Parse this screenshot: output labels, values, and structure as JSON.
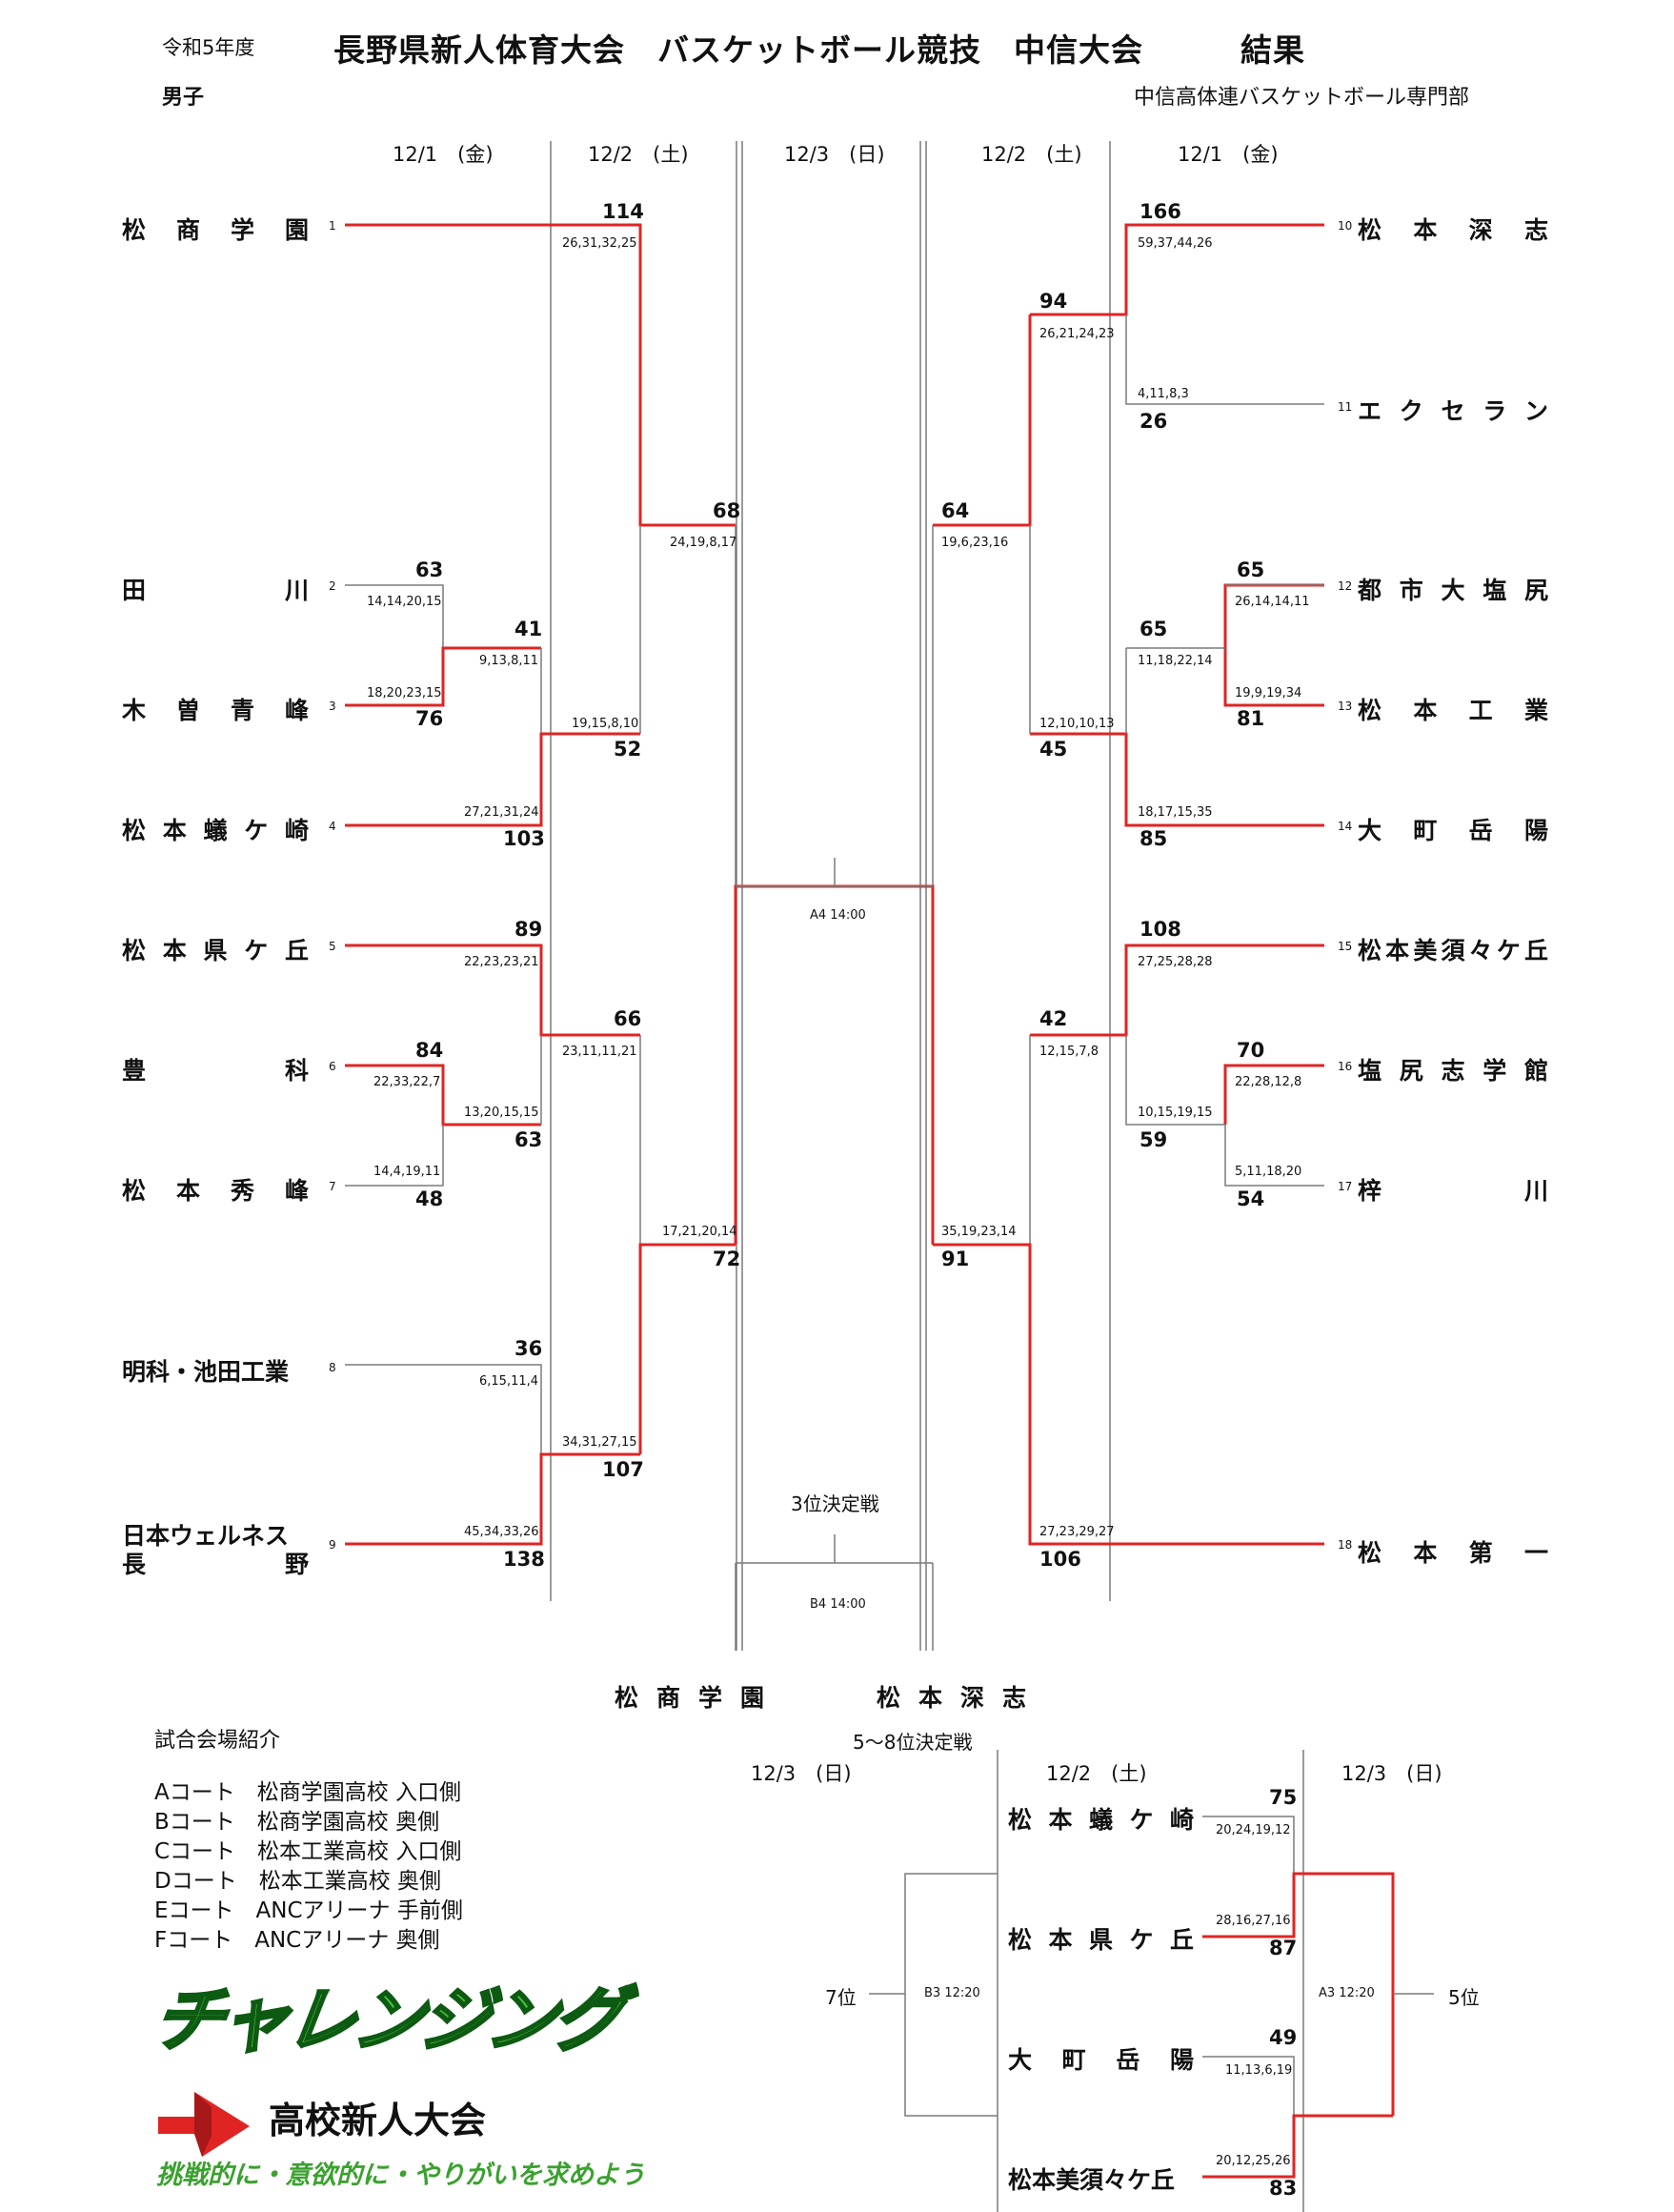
{
  "header": {
    "era": "令和5年度",
    "title": "長野県新人体育大会　バスケットボール競技　中信大会　　　結果",
    "gender": "男子",
    "organizer": "中信高体連バスケットボール専門部"
  },
  "dates": [
    "12/1　(金)",
    "12/2　(土)",
    "12/3　(日)",
    "12/2　(土)",
    "12/1　(金)"
  ],
  "left_teams": [
    {
      "name": "松商学園",
      "seed": "1"
    },
    {
      "name": "田川",
      "seed": "2"
    },
    {
      "name": "木曽青峰",
      "seed": "3"
    },
    {
      "name": "松本蟻ケ崎",
      "seed": "4"
    },
    {
      "name": "松本県ケ丘",
      "seed": "5"
    },
    {
      "name": "豊科",
      "seed": "6"
    },
    {
      "name": "松本秀峰",
      "seed": "7"
    },
    {
      "name": "明科・池田工業",
      "seed": "8"
    },
    {
      "name": "日本ウェルネス",
      "name2": "長野",
      "seed": "9"
    }
  ],
  "right_teams": [
    {
      "name": "松本深志",
      "seed": "10"
    },
    {
      "name": "エクセラン",
      "seed": "11"
    },
    {
      "name": "都市大塩尻",
      "seed": "12"
    },
    {
      "name": "松本工業",
      "seed": "13"
    },
    {
      "name": "大町岳陽",
      "seed": "14"
    },
    {
      "name": "松本美須々ケ丘",
      "seed": "15"
    },
    {
      "name": "塩尻志学館",
      "seed": "16"
    },
    {
      "name": "梓川",
      "seed": "17"
    },
    {
      "name": "松本第一",
      "seed": "18"
    }
  ],
  "results": [
    {
      "id": "l_r1_a_top",
      "score": "63",
      "quarters": "14,14,20,15"
    },
    {
      "id": "l_r1_a_bot",
      "score": "76",
      "quarters": "18,20,23,15"
    },
    {
      "id": "l_r1_b_top",
      "score": "84",
      "quarters": "22,33,22,7"
    },
    {
      "id": "l_r1_b_bot",
      "score": "48",
      "quarters": "14,4,19,11"
    },
    {
      "id": "l_r2_a_top",
      "score": "41",
      "quarters": "9,13,8,11"
    },
    {
      "id": "l_r2_a_bot",
      "score": "103",
      "quarters": "27,21,31,24"
    },
    {
      "id": "l_r2_b_top",
      "score": "89",
      "quarters": "22,23,23,21"
    },
    {
      "id": "l_r2_b_bot",
      "score": "63",
      "quarters": "13,20,15,15"
    },
    {
      "id": "l_r2_c_top",
      "score": "36",
      "quarters": "6,15,11,4"
    },
    {
      "id": "l_r2_c_bot",
      "score": "138",
      "quarters": "45,34,33,26"
    },
    {
      "id": "l_r3_a_top",
      "score": "114",
      "quarters": "26,31,32,25"
    },
    {
      "id": "l_r3_a_bot",
      "score": "52",
      "quarters": "19,15,8,10"
    },
    {
      "id": "l_r3_b_top",
      "score": "66",
      "quarters": "23,11,11,21"
    },
    {
      "id": "l_r3_b_bot",
      "score": "107",
      "quarters": "34,31,27,15"
    },
    {
      "id": "l_sf_top",
      "score": "68",
      "quarters": "24,19,8,17"
    },
    {
      "id": "l_sf_bot",
      "score": "72",
      "quarters": "17,21,20,14"
    },
    {
      "id": "r_sf_top",
      "score": "64",
      "quarters": "19,6,23,16"
    },
    {
      "id": "r_sf_bot",
      "score": "91",
      "quarters": "35,19,23,14"
    },
    {
      "id": "r_r3_a_top",
      "score": "94",
      "quarters": "26,21,24,23"
    },
    {
      "id": "r_r3_a_bot",
      "score": "45",
      "quarters": "12,10,10,13"
    },
    {
      "id": "r_r3_b_top",
      "score": "42",
      "quarters": "12,15,7,8"
    },
    {
      "id": "r_r3_b_bot",
      "score": "106",
      "quarters": "27,23,29,27"
    },
    {
      "id": "r_r2_a_top",
      "score": "166",
      "quarters": "59,37,44,26"
    },
    {
      "id": "r_r2_a_bot",
      "score": "26",
      "quarters": "4,11,8,3"
    },
    {
      "id": "r_r2_b_top",
      "score": "65",
      "quarters": "11,18,22,14"
    },
    {
      "id": "r_r2_b_bot",
      "score": "85",
      "quarters": "18,17,15,35"
    },
    {
      "id": "r_r2_c_top",
      "score": "108",
      "quarters": "27,25,28,28"
    },
    {
      "id": "r_r2_c_bot",
      "score": "59",
      "quarters": "10,15,19,15"
    },
    {
      "id": "r_r1_a_top",
      "score": "65",
      "quarters": "26,14,14,11"
    },
    {
      "id": "r_r1_a_bot",
      "score": "81",
      "quarters": "19,9,19,34"
    },
    {
      "id": "r_r1_b_top",
      "score": "70",
      "quarters": "22,28,12,8"
    },
    {
      "id": "r_r1_b_bot",
      "score": "54",
      "quarters": "5,11,18,20"
    }
  ],
  "final_slot": "A4 14:00",
  "third_place_label": "3位決定戦",
  "third_place_slot": "B4 14:00",
  "third_place_teams": [
    "松商学園",
    "松本深志"
  ],
  "placement": {
    "title": "5～8位決定戦",
    "dates": [
      "12/3　(日)",
      "12/2　(土)",
      "12/3　(日)"
    ],
    "teams": [
      "松本蟻ケ崎",
      "松本県ケ丘",
      "大町岳陽",
      "松本美須々ケ丘"
    ],
    "results": [
      {
        "score": "75",
        "quarters": "20,24,19,12"
      },
      {
        "score": "87",
        "quarters": "28,16,27,16"
      },
      {
        "score": "49",
        "quarters": "11,13,6,19"
      },
      {
        "score": "83",
        "quarters": "20,12,25,26"
      }
    ],
    "slot_7th": "B3 12:20",
    "slot_5th": "A3 12:20",
    "label_7th": "7位",
    "label_5th": "5位"
  },
  "venues": {
    "title": "試合会場紹介",
    "items": [
      "Aコート　松商学園高校 入口側",
      "Bコート　松商学園高校 奥側",
      "Cコート　松本工業高校 入口側",
      "Dコート　松本工業高校 奥側",
      "Eコート　ANCアリーナ 手前側",
      "Fコート　ANCアリーナ 奥側"
    ]
  },
  "logo": {
    "main": "チャレンジング",
    "sub": "高校新人大会",
    "slogan": "挑戦的に・意欲的に・やりがいを求めよう"
  },
  "colors": {
    "winner_line": "#e02424",
    "line": "#7a7a7a",
    "logo_green": "#4bbf3a"
  }
}
